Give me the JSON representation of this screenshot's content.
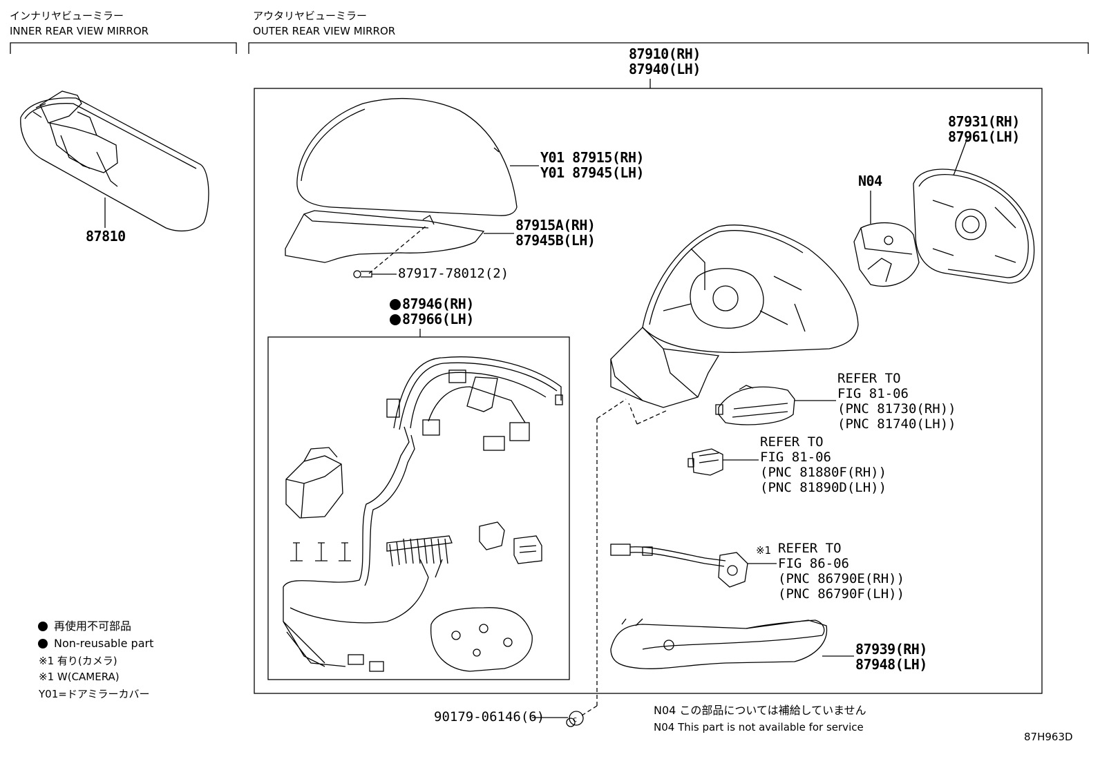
{
  "headers": {
    "inner_jp": "インナリヤビューミラー",
    "inner_en": "INNER REAR VIEW MIRROR",
    "outer_jp": "アウタリヤビューミラー",
    "outer_en": "OUTER REAR VIEW MIRROR"
  },
  "parts": {
    "assy_rh": "87910(RH)",
    "assy_lh": "87940(LH)",
    "inner_mirror": "87810",
    "cover_rh": "Y01 87915(RH)",
    "cover_lh": "Y01 87945(LH)",
    "garnish_rh": "87915A(RH)",
    "garnish_lh": "87945B(LH)",
    "screw": "87917-78012(2)",
    "harness_rh": "87946(RH)",
    "harness_lh": "87966(LH)",
    "glass_rh": "87931(RH)",
    "glass_lh": "87961(LH)",
    "actuator": "N04",
    "lamp_ref_1": "REFER TO",
    "lamp_ref_2": "FIG 81-06",
    "lamp_ref_3": "(PNC 81730(RH))",
    "lamp_ref_4": "(PNC 81740(LH))",
    "light_ref_1": "REFER TO",
    "light_ref_2": "FIG 81-06",
    "light_ref_3": "(PNC 81880F(RH))",
    "light_ref_4": "(PNC 81890D(LH))",
    "camera_ref_mark": "※1",
    "camera_ref_1": "REFER TO",
    "camera_ref_2": "FIG 86-06",
    "camera_ref_3": "(PNC 86790E(RH))",
    "camera_ref_4": "(PNC 86790F(LH))",
    "lower_cover_rh": "87939(RH)",
    "lower_cover_lh": "87948(LH)",
    "clip": "90179-06146(6)"
  },
  "legend": {
    "nonreusable_jp": "再使用不可部品",
    "nonreusable_en": "Non-reusable part",
    "camera_jp": "※1 有り(カメラ)",
    "camera_en": "※1 W(CAMERA)",
    "y01": "Y01=ドアミラーカバー"
  },
  "footer": {
    "n04_jp": "N04 この部品については補給していません",
    "n04_en": "N04 This part is not available for service",
    "figure_code": "87H963D"
  }
}
